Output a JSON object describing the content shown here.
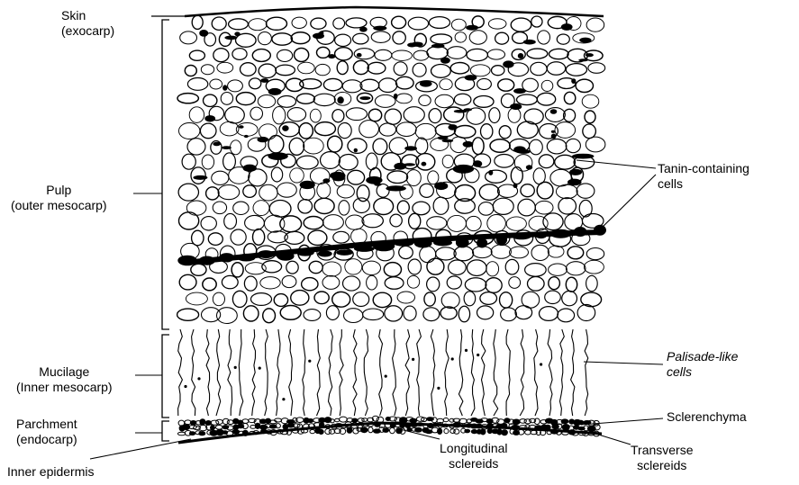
{
  "labels": {
    "skin": {
      "line1": "Skin",
      "line2": "(exocarp)"
    },
    "pulp": {
      "line1": "Pulp",
      "line2": "(outer mesocarp)"
    },
    "mucilage": {
      "line1": "Mucilage",
      "line2": "(Inner mesocarp)"
    },
    "parchment": {
      "line1": "Parchment",
      "line2": "(endocarp)"
    },
    "inner_epidermis": "Inner epidermis",
    "tanin": {
      "line1": "Tanin-containing",
      "line2": "cells"
    },
    "palisade": {
      "line1": "Palisade-like",
      "line2": "cells"
    },
    "sclerenchyma": "Sclerenchyma",
    "longitudinal": {
      "line1": "Longitudinal",
      "line2": "sclereids"
    },
    "transverse": {
      "line1": "Transverse",
      "line2": "sclereids"
    }
  },
  "colors": {
    "ink": "#000000",
    "background": "#ffffff"
  }
}
